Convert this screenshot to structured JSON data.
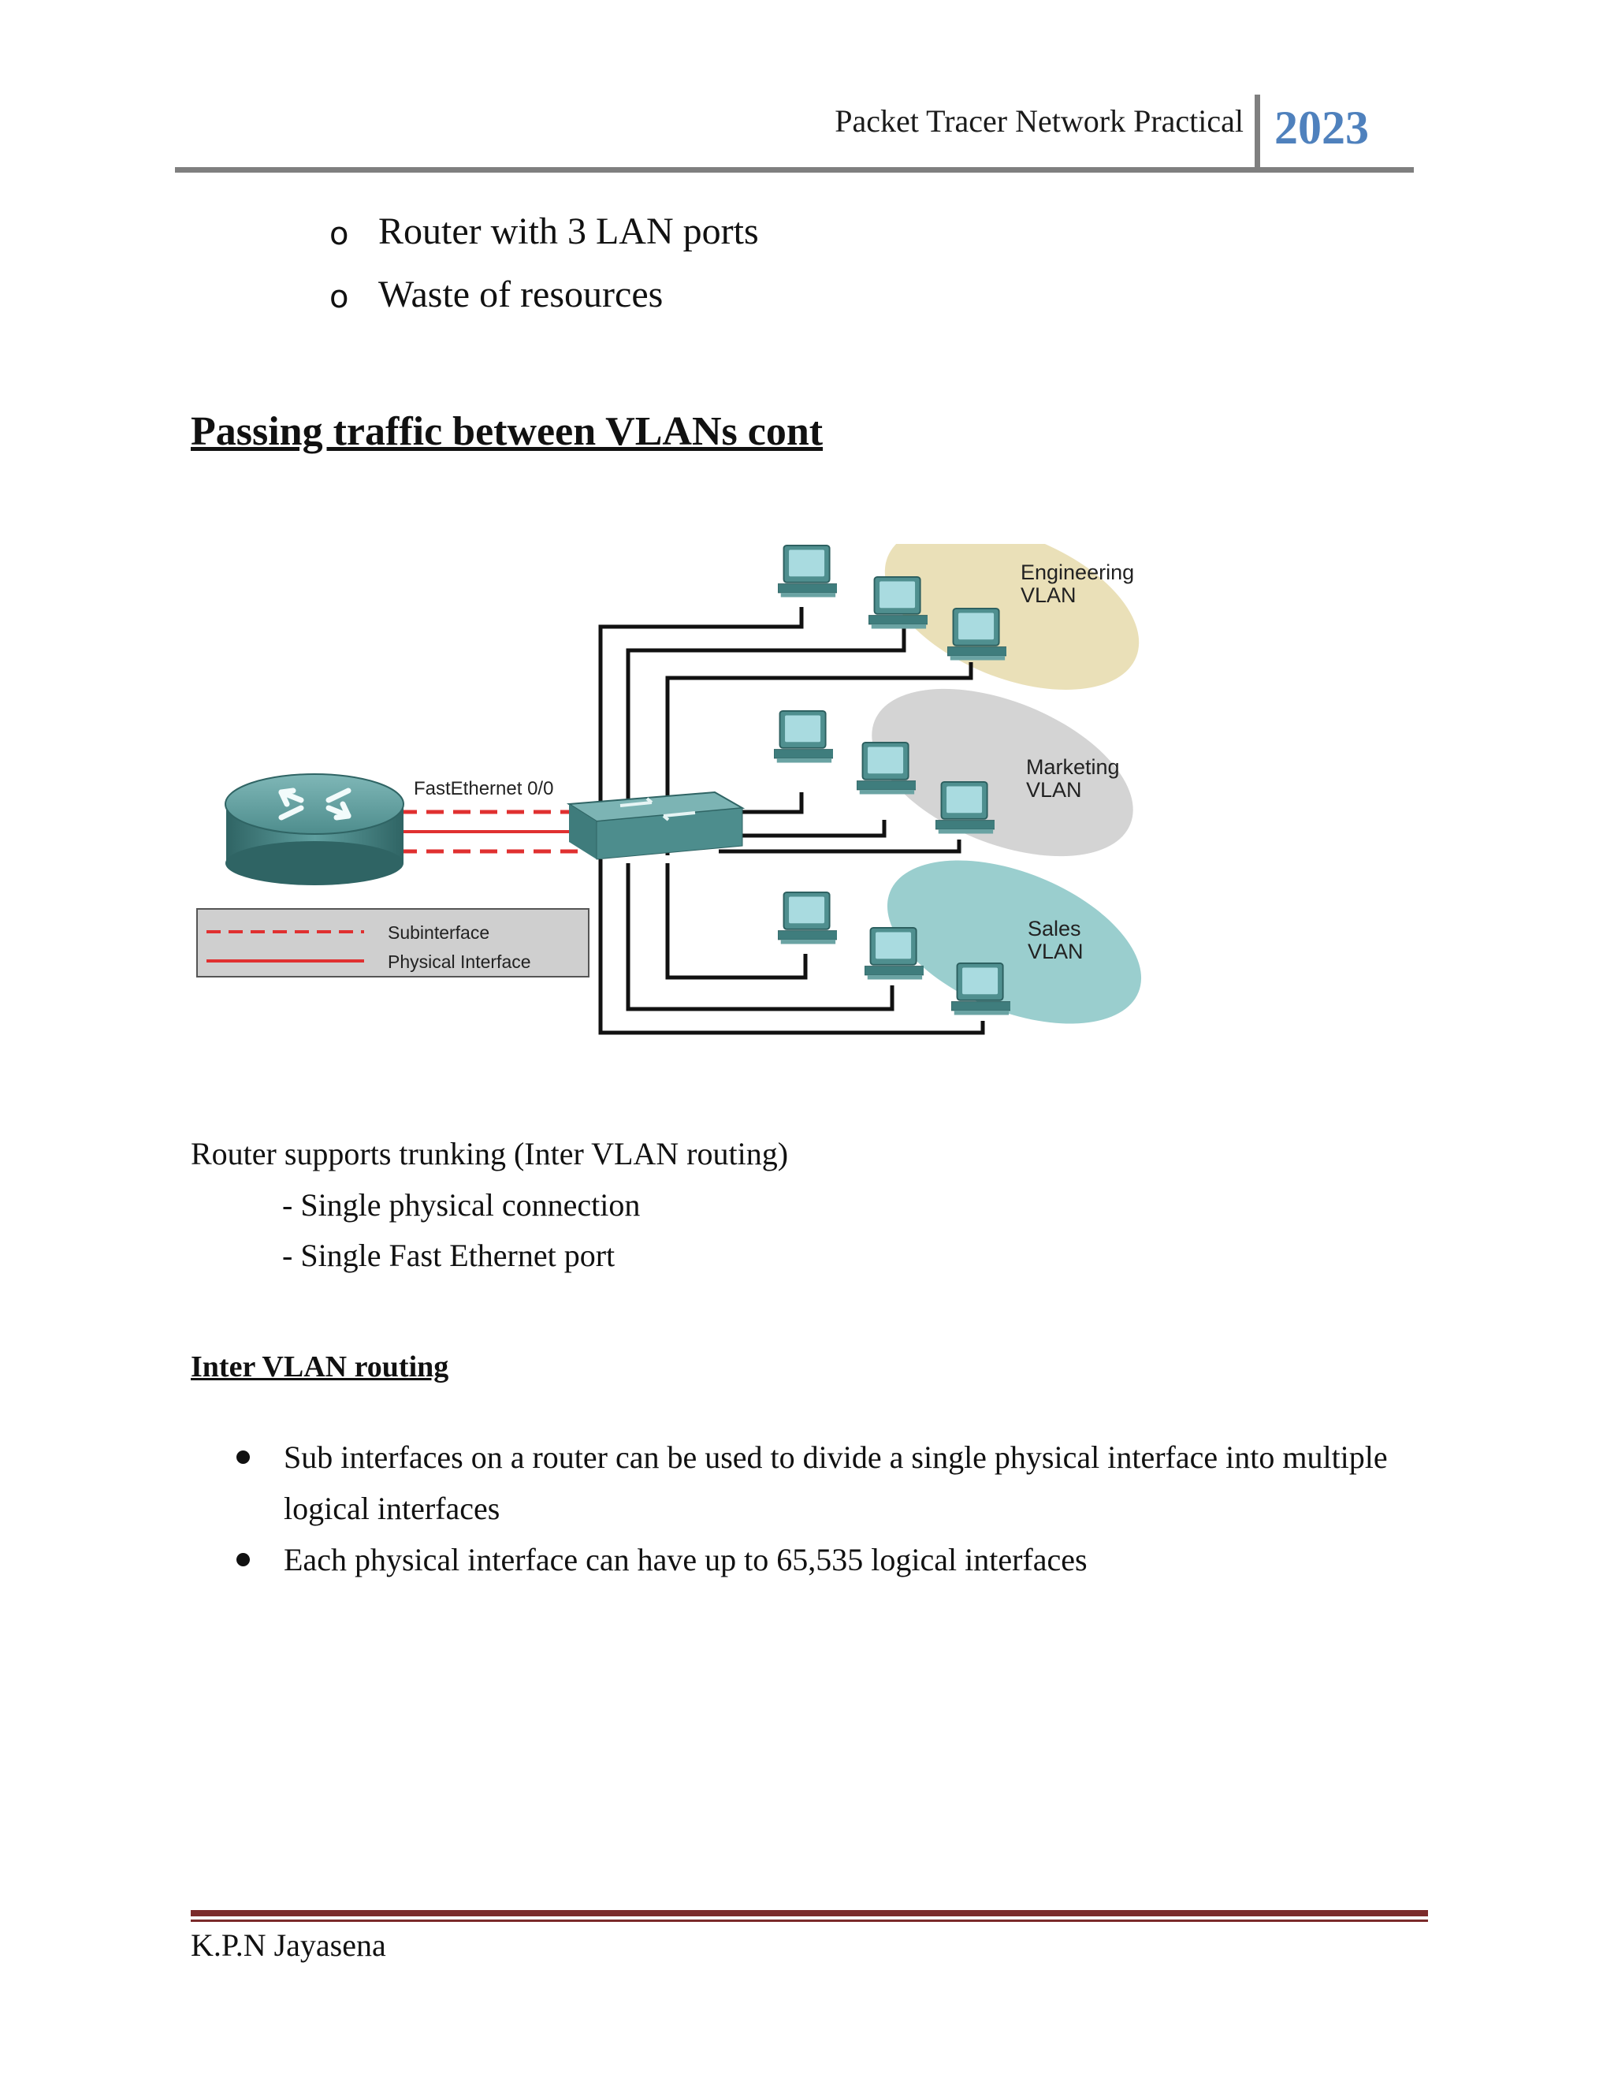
{
  "header": {
    "title": "Packet Tracer Network Practical",
    "year": "2023"
  },
  "top_bullets": [
    "Router with 3 LAN ports",
    "Waste of resources"
  ],
  "bullet_mark": "o",
  "section_heading": "Passing traffic between VLANs cont",
  "diagram": {
    "router_port_label": "FastEthernet 0/0",
    "vlans": [
      {
        "line1": "Engineering",
        "line2": "VLAN",
        "color": "#e8ddb0"
      },
      {
        "line1": "Marketing",
        "line2": "VLAN",
        "color": "#cfcfcf"
      },
      {
        "line1": "Sales",
        "line2": "VLAN",
        "color": "#8fc9c9"
      }
    ],
    "legend": {
      "subinterface": "Subinterface",
      "physical": "Physical Interface"
    },
    "link_color": "#e03030"
  },
  "body": {
    "trunk_line": "Router supports trunking   (Inter VLAN routing)",
    "dash_items": [
      "- Single physical connection",
      "- Single Fast Ethernet port"
    ]
  },
  "subheading": "Inter VLAN routing",
  "bullets": [
    {
      "line1": "Sub interfaces on a router can be used to divide a single physical interface into multiple",
      "line2": "logical interfaces"
    },
    {
      "line1": "Each physical interface can have up to 65,535 logical interfaces",
      "line2": ""
    }
  ],
  "footer": {
    "author": "K.P.N Jayasena"
  },
  "colors": {
    "year": "#4f81bd",
    "header_rule": "#7f7f7f",
    "footer_rule": "#7b2b2b"
  }
}
